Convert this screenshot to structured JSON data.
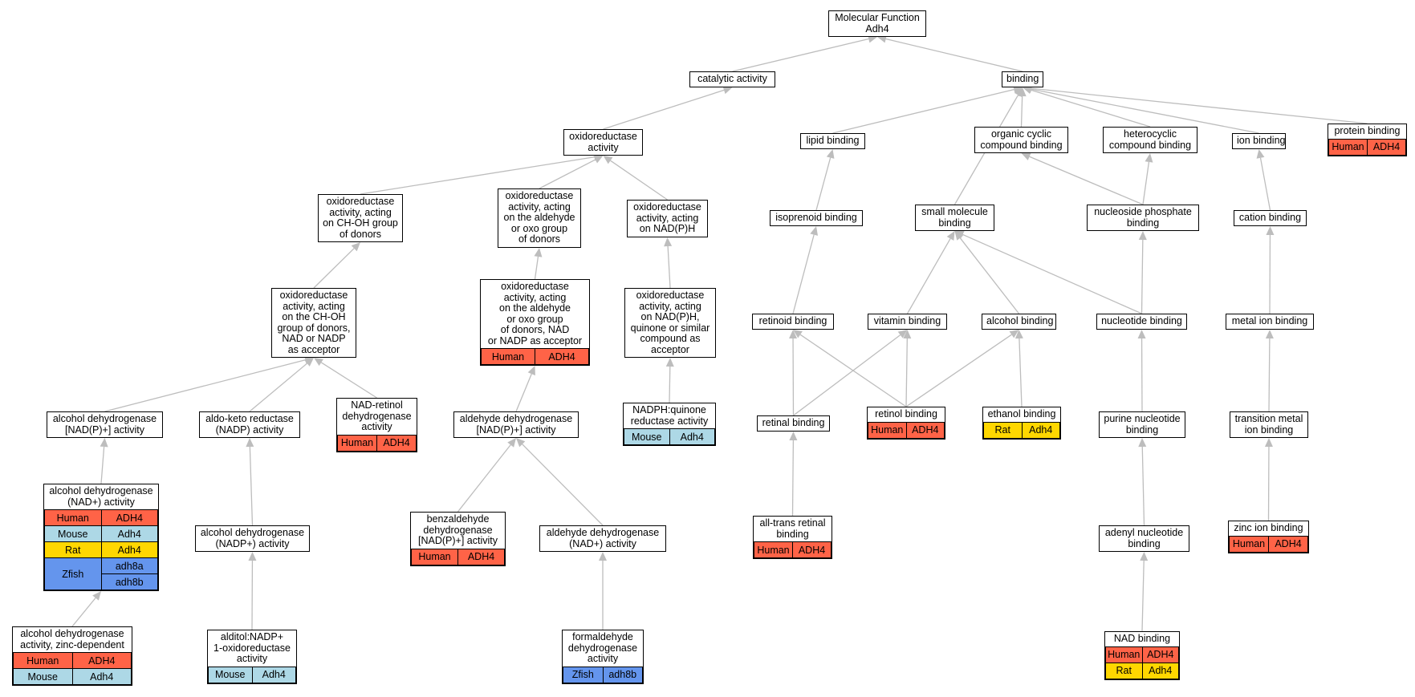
{
  "colors": {
    "Human": "#ff6347",
    "Mouse": "#add8e6",
    "Rat": "#ffd700",
    "Zfish": "#6495ed",
    "edge": "#bdbdbd"
  },
  "nodes": [
    {
      "id": "mf",
      "lines": [
        "Molecular Function",
        "Adh4"
      ],
      "orth": []
    },
    {
      "id": "catalytic",
      "lines": [
        "catalytic activity"
      ],
      "orth": []
    },
    {
      "id": "binding",
      "lines": [
        "binding"
      ],
      "orth": []
    },
    {
      "id": "oxidoreductase",
      "lines": [
        "oxidoreductase",
        "activity"
      ],
      "orth": []
    },
    {
      "id": "ox_choh",
      "lines": [
        "oxidoreductase",
        "activity, acting",
        "on CH-OH group",
        "of donors"
      ],
      "orth": []
    },
    {
      "id": "ox_aldehyde",
      "lines": [
        "oxidoreductase",
        "activity, acting",
        "on the aldehyde",
        "or oxo group",
        "of donors"
      ],
      "orth": []
    },
    {
      "id": "ox_nadph",
      "lines": [
        "oxidoreductase",
        "activity, acting",
        "on NAD(P)H"
      ],
      "orth": []
    },
    {
      "id": "ox_choh_nad",
      "lines": [
        "oxidoreductase",
        "activity, acting",
        "on the CH-OH",
        "group of donors,",
        "NAD or NADP",
        "as acceptor"
      ],
      "orth": []
    },
    {
      "id": "ox_ald_nad",
      "lines": [
        "oxidoreductase",
        "activity, acting",
        "on the aldehyde",
        "or oxo group",
        "of donors, NAD",
        "or NADP as acceptor"
      ],
      "orth": [
        {
          "species": "Human",
          "genes": [
            "ADH4"
          ]
        }
      ]
    },
    {
      "id": "ox_nadph_quinone",
      "lines": [
        "oxidoreductase",
        "activity, acting",
        "on NAD(P)H,",
        "quinone or similar",
        "compound as",
        "acceptor"
      ],
      "orth": []
    },
    {
      "id": "adh_nadp",
      "lines": [
        "alcohol dehydrogenase",
        "[NAD(P)+] activity"
      ],
      "orth": []
    },
    {
      "id": "aldo_keto",
      "lines": [
        "aldo-keto reductase",
        "(NADP) activity"
      ],
      "orth": []
    },
    {
      "id": "nad_retinol",
      "lines": [
        "NAD-retinol",
        "dehydrogenase",
        "activity"
      ],
      "orth": [
        {
          "species": "Human",
          "genes": [
            "ADH4"
          ]
        }
      ]
    },
    {
      "id": "aldh_nadp",
      "lines": [
        "aldehyde dehydrogenase",
        "[NAD(P)+] activity"
      ],
      "orth": []
    },
    {
      "id": "nadph_quinone",
      "lines": [
        "NADPH:quinone",
        "reductase activity"
      ],
      "orth": [
        {
          "species": "Mouse",
          "genes": [
            "Adh4"
          ]
        }
      ]
    },
    {
      "id": "adh_nad",
      "lines": [
        "alcohol dehydrogenase",
        "(NAD+) activity"
      ],
      "orth": [
        {
          "species": "Human",
          "genes": [
            "ADH4"
          ]
        },
        {
          "species": "Mouse",
          "genes": [
            "Adh4"
          ]
        },
        {
          "species": "Rat",
          "genes": [
            "Adh4"
          ]
        },
        {
          "species": "Zfish",
          "genes": [
            "adh8a",
            "adh8b"
          ]
        }
      ]
    },
    {
      "id": "adh_nadp2",
      "lines": [
        "alcohol dehydrogenase",
        "(NADP+) activity"
      ],
      "orth": []
    },
    {
      "id": "benzaldehyde",
      "lines": [
        "benzaldehyde",
        "dehydrogenase",
        "[NAD(P)+] activity"
      ],
      "orth": [
        {
          "species": "Human",
          "genes": [
            "ADH4"
          ]
        }
      ]
    },
    {
      "id": "aldh_nad",
      "lines": [
        "aldehyde dehydrogenase",
        "(NAD+) activity"
      ],
      "orth": []
    },
    {
      "id": "adh_zinc",
      "lines": [
        "alcohol dehydrogenase",
        "activity, zinc-dependent"
      ],
      "orth": [
        {
          "species": "Human",
          "genes": [
            "ADH4"
          ]
        },
        {
          "species": "Mouse",
          "genes": [
            "Adh4"
          ]
        }
      ]
    },
    {
      "id": "alditol",
      "lines": [
        "alditol:NADP+",
        "1-oxidoreductase",
        "activity"
      ],
      "orth": [
        {
          "species": "Mouse",
          "genes": [
            "Adh4"
          ]
        }
      ]
    },
    {
      "id": "formaldehyde",
      "lines": [
        "formaldehyde",
        "dehydrogenase",
        "activity"
      ],
      "orth": [
        {
          "species": "Zfish",
          "genes": [
            "adh8b"
          ]
        }
      ]
    },
    {
      "id": "lipid",
      "lines": [
        "lipid binding"
      ],
      "orth": []
    },
    {
      "id": "organic_cyclic",
      "lines": [
        "organic cyclic",
        "compound binding"
      ],
      "orth": []
    },
    {
      "id": "heterocyclic",
      "lines": [
        "heterocyclic",
        "compound binding"
      ],
      "orth": []
    },
    {
      "id": "ion",
      "lines": [
        "ion binding"
      ],
      "orth": []
    },
    {
      "id": "protein",
      "lines": [
        "protein binding"
      ],
      "orth": [
        {
          "species": "Human",
          "genes": [
            "ADH4"
          ]
        }
      ]
    },
    {
      "id": "isoprenoid",
      "lines": [
        "isoprenoid binding"
      ],
      "orth": []
    },
    {
      "id": "small_mol",
      "lines": [
        "small molecule",
        "binding"
      ],
      "orth": []
    },
    {
      "id": "nucleoside_phos",
      "lines": [
        "nucleoside phosphate",
        "binding"
      ],
      "orth": []
    },
    {
      "id": "cation",
      "lines": [
        "cation binding"
      ],
      "orth": []
    },
    {
      "id": "retinoid",
      "lines": [
        "retinoid binding"
      ],
      "orth": []
    },
    {
      "id": "vitamin",
      "lines": [
        "vitamin binding"
      ],
      "orth": []
    },
    {
      "id": "alcohol",
      "lines": [
        "alcohol binding"
      ],
      "orth": []
    },
    {
      "id": "nucleotide",
      "lines": [
        "nucleotide binding"
      ],
      "orth": []
    },
    {
      "id": "metal_ion",
      "lines": [
        "metal ion binding"
      ],
      "orth": []
    },
    {
      "id": "retinal",
      "lines": [
        "retinal binding"
      ],
      "orth": []
    },
    {
      "id": "retinol",
      "lines": [
        "retinol binding"
      ],
      "orth": [
        {
          "species": "Human",
          "genes": [
            "ADH4"
          ]
        }
      ]
    },
    {
      "id": "ethanol",
      "lines": [
        "ethanol binding"
      ],
      "orth": [
        {
          "species": "Rat",
          "genes": [
            "Adh4"
          ]
        }
      ]
    },
    {
      "id": "purine",
      "lines": [
        "purine nucleotide",
        "binding"
      ],
      "orth": []
    },
    {
      "id": "transition",
      "lines": [
        "transition metal",
        "ion binding"
      ],
      "orth": []
    },
    {
      "id": "all_trans",
      "lines": [
        "all-trans retinal",
        "binding"
      ],
      "orth": [
        {
          "species": "Human",
          "genes": [
            "ADH4"
          ]
        }
      ]
    },
    {
      "id": "adenyl",
      "lines": [
        "adenyl nucleotide",
        "binding"
      ],
      "orth": []
    },
    {
      "id": "zinc",
      "lines": [
        "zinc ion binding"
      ],
      "orth": [
        {
          "species": "Human",
          "genes": [
            "ADH4"
          ]
        }
      ]
    },
    {
      "id": "nad_binding",
      "lines": [
        "NAD binding"
      ],
      "orth": [
        {
          "species": "Human",
          "genes": [
            "ADH4"
          ]
        },
        {
          "species": "Rat",
          "genes": [
            "Adh4"
          ]
        }
      ]
    }
  ],
  "edges": [
    [
      "catalytic",
      "mf"
    ],
    [
      "binding",
      "mf"
    ],
    [
      "oxidoreductase",
      "catalytic"
    ],
    [
      "ox_choh",
      "oxidoreductase"
    ],
    [
      "ox_aldehyde",
      "oxidoreductase"
    ],
    [
      "ox_nadph",
      "oxidoreductase"
    ],
    [
      "ox_choh_nad",
      "ox_choh"
    ],
    [
      "ox_ald_nad",
      "ox_aldehyde"
    ],
    [
      "ox_nadph_quinone",
      "ox_nadph"
    ],
    [
      "adh_nadp",
      "ox_choh_nad"
    ],
    [
      "aldo_keto",
      "ox_choh_nad"
    ],
    [
      "nad_retinol",
      "ox_choh_nad"
    ],
    [
      "aldh_nadp",
      "ox_ald_nad"
    ],
    [
      "nadph_quinone",
      "ox_nadph_quinone"
    ],
    [
      "adh_nad",
      "adh_nadp"
    ],
    [
      "adh_nadp2",
      "aldo_keto"
    ],
    [
      "benzaldehyde",
      "aldh_nadp"
    ],
    [
      "aldh_nad",
      "aldh_nadp"
    ],
    [
      "adh_zinc",
      "adh_nad"
    ],
    [
      "alditol",
      "adh_nadp2"
    ],
    [
      "formaldehyde",
      "aldh_nad"
    ],
    [
      "lipid",
      "binding"
    ],
    [
      "organic_cyclic",
      "binding"
    ],
    [
      "heterocyclic",
      "binding"
    ],
    [
      "ion",
      "binding"
    ],
    [
      "protein",
      "binding"
    ],
    [
      "small_mol",
      "binding"
    ],
    [
      "isoprenoid",
      "lipid"
    ],
    [
      "nucleoside_phos",
      "organic_cyclic"
    ],
    [
      "nucleoside_phos",
      "heterocyclic"
    ],
    [
      "cation",
      "ion"
    ],
    [
      "retinoid",
      "isoprenoid"
    ],
    [
      "vitamin",
      "small_mol"
    ],
    [
      "alcohol",
      "small_mol"
    ],
    [
      "nucleotide",
      "small_mol"
    ],
    [
      "nucleotide",
      "nucleoside_phos"
    ],
    [
      "metal_ion",
      "cation"
    ],
    [
      "retinal",
      "retinoid"
    ],
    [
      "retinal",
      "vitamin"
    ],
    [
      "retinol",
      "retinoid"
    ],
    [
      "retinol",
      "vitamin"
    ],
    [
      "retinol",
      "alcohol"
    ],
    [
      "ethanol",
      "alcohol"
    ],
    [
      "purine",
      "nucleotide"
    ],
    [
      "transition",
      "metal_ion"
    ],
    [
      "all_trans",
      "retinal"
    ],
    [
      "adenyl",
      "purine"
    ],
    [
      "zinc",
      "transition"
    ],
    [
      "nad_binding",
      "adenyl"
    ]
  ]
}
